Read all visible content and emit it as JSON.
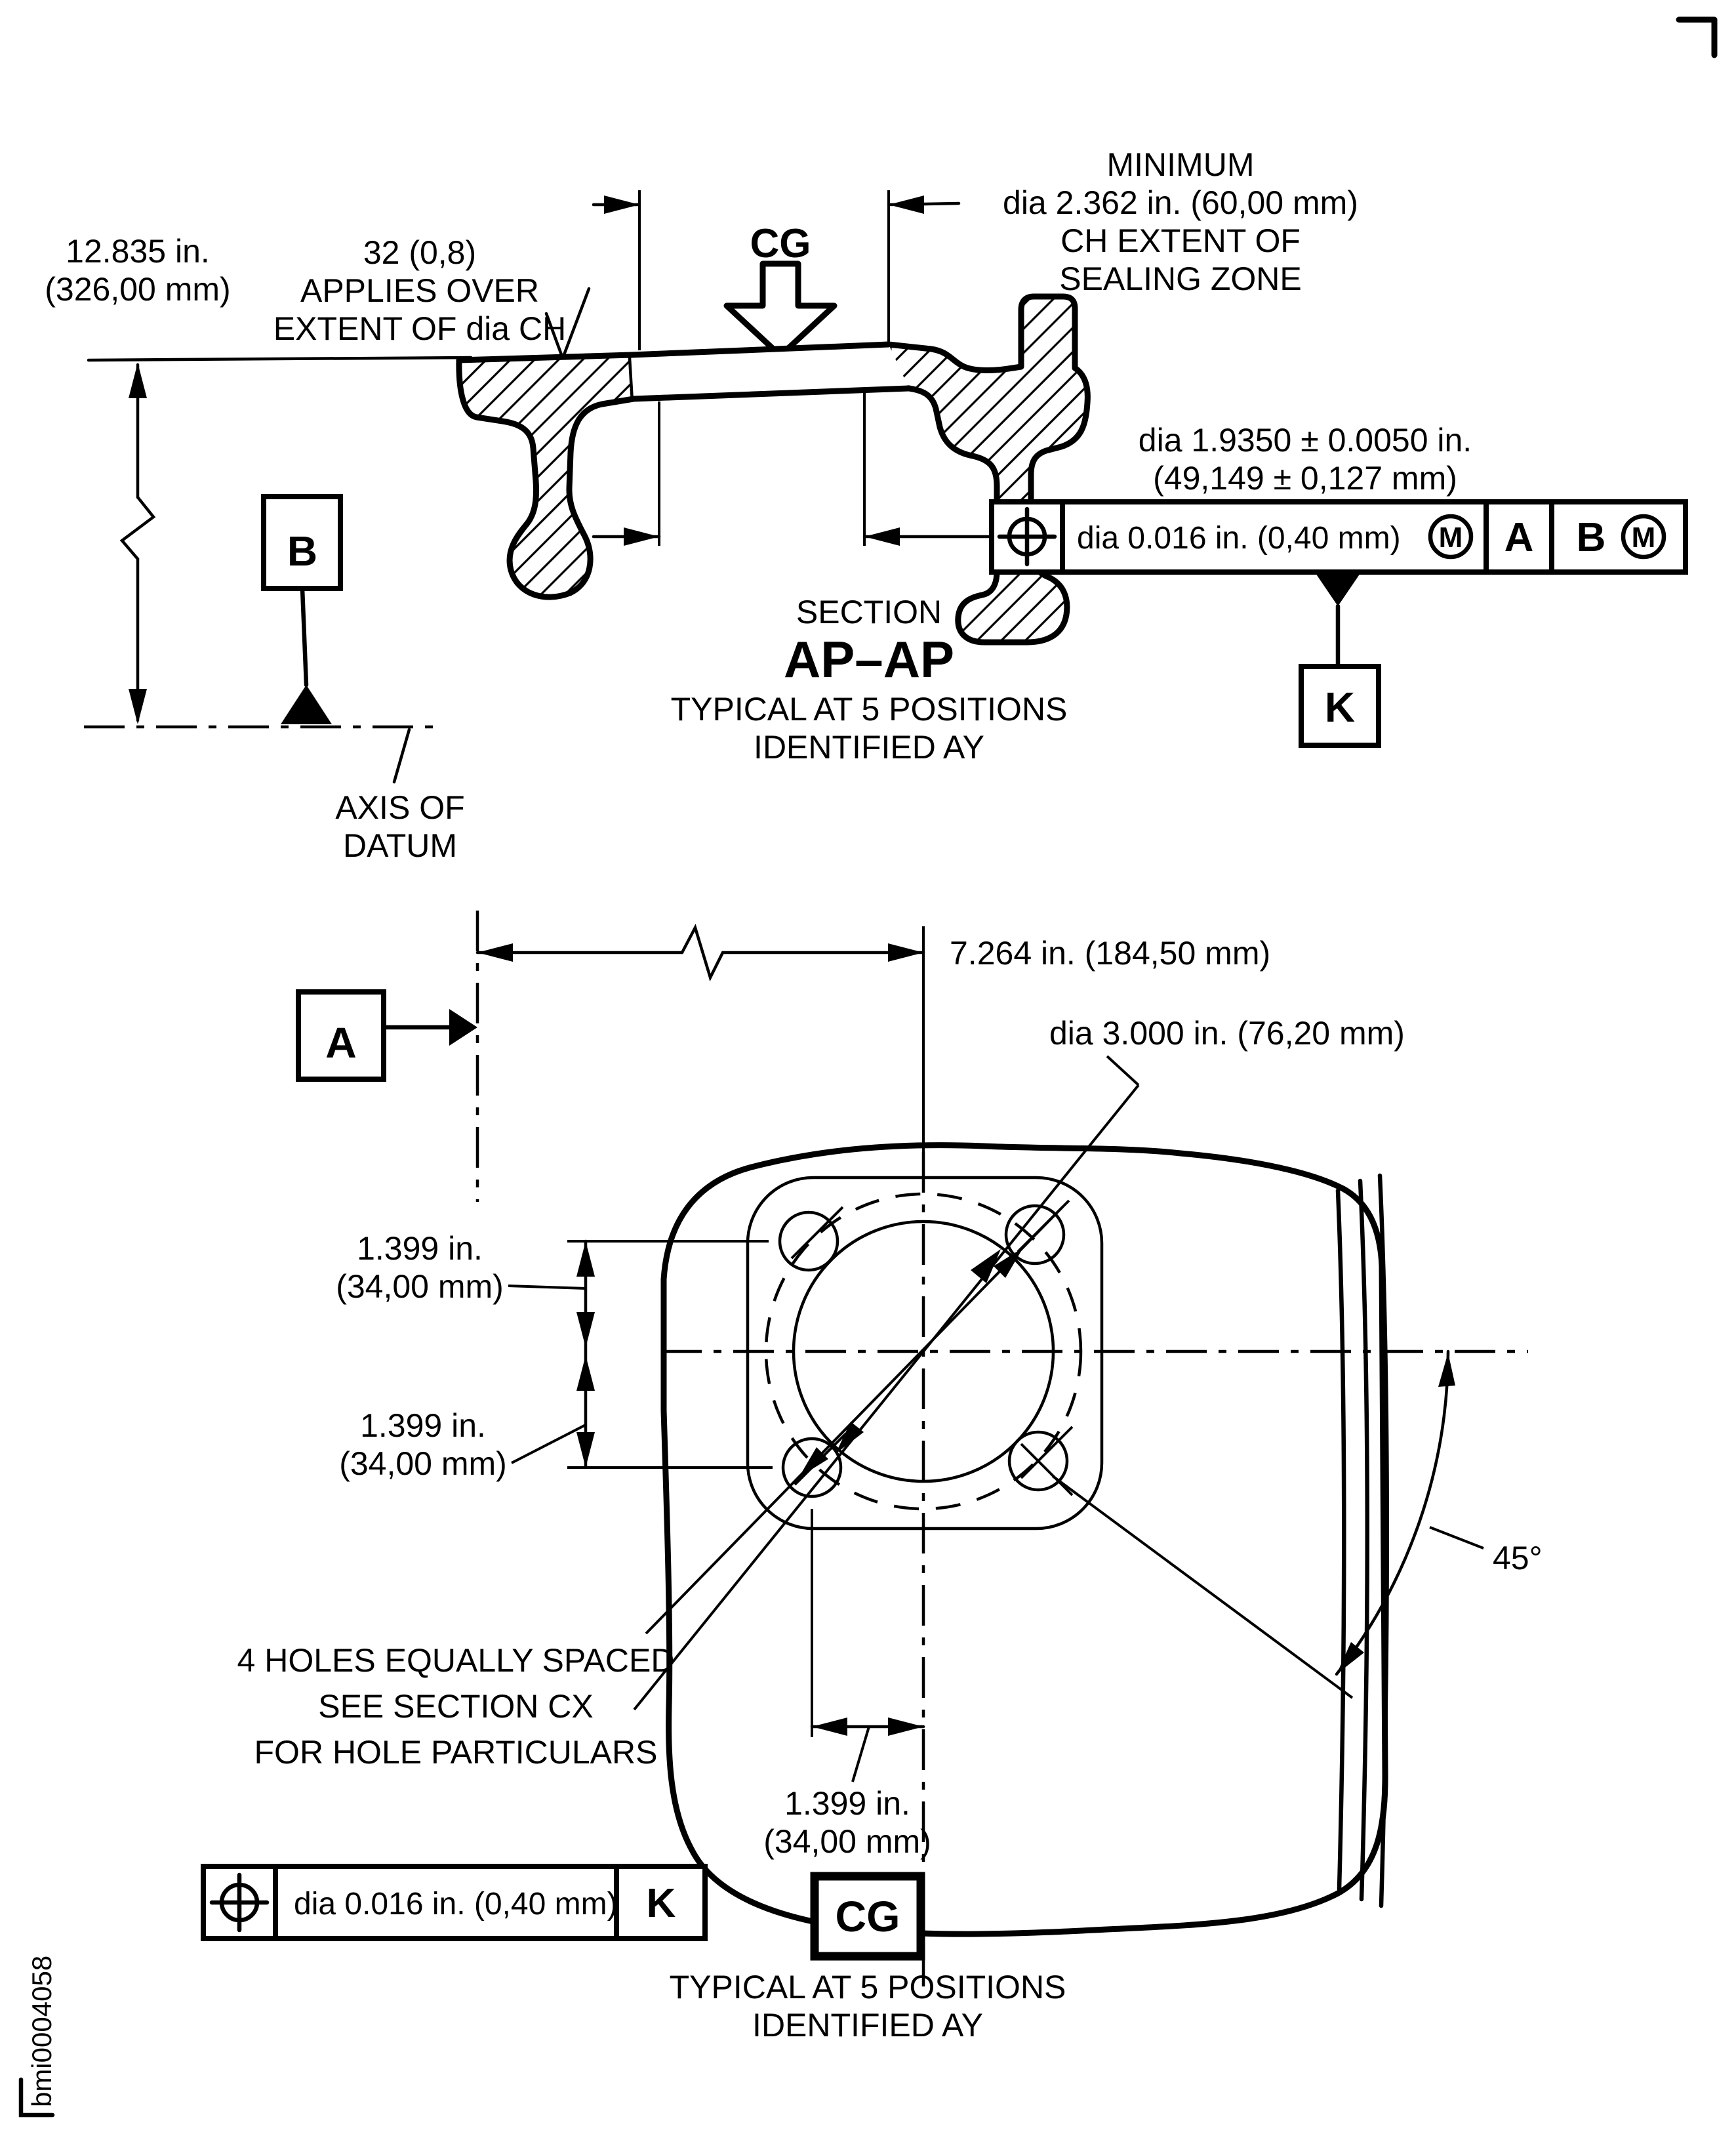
{
  "document": {
    "figure_id": "bmi0004058"
  },
  "symbols": {
    "position_tolerance": "⌖",
    "material_condition_m": "M",
    "surface_finish_check": "√",
    "datum_triangle": "▲",
    "cg_arrow": "⇩"
  },
  "top_view": {
    "dim_overall": {
      "line1": "12.835 in.",
      "line2": "(326,00 mm)"
    },
    "surface_finish_note": {
      "line1": "32 (0,8)",
      "line2": "APPLIES OVER",
      "line3": "EXTENT OF dia CH"
    },
    "cg_arrow_label": "CG",
    "sealing_zone_note": {
      "line1": "MINIMUM",
      "line2": "dia 2.362 in. (60,00 mm)",
      "line3": "CH EXTENT OF",
      "line4": "SEALING ZONE"
    },
    "pilot_dia_note": {
      "line1": "dia 1.9350 ± 0.0050 in.",
      "line2": "(49,149 ± 0,127 mm)"
    },
    "fcf_position": {
      "tolerance": "dia 0.016 in. (0,40 mm)",
      "modifier": "M",
      "datum_1": "A",
      "datum_2": "B",
      "datum_2_modifier": "M"
    },
    "datum_b_label": "B",
    "datum_k_label": "K",
    "axis_note": {
      "line1": "AXIS OF",
      "line2": "DATUM"
    },
    "section_caption": {
      "word": "SECTION",
      "name": "AP–AP",
      "note1": "TYPICAL AT 5 POSITIONS",
      "note2": "IDENTIFIED AY"
    }
  },
  "bottom_view": {
    "datum_a_label": "A",
    "dim_offset": "7.264 in. (184,50 mm)",
    "dim_bore": "dia 3.000 in. (76,20 mm)",
    "dim_hole_upper": {
      "line1": "1.399 in.",
      "line2": "(34,00 mm)"
    },
    "dim_hole_lower": {
      "line1": "1.399 in.",
      "line2": "(34,00 mm)"
    },
    "dim_hole_bottom": {
      "line1": "1.399 in.",
      "line2": "(34,00 mm)"
    },
    "angle_label": "45°",
    "holes_note": {
      "line1": "4 HOLES EQUALLY SPACED",
      "line2": "SEE SECTION CX",
      "line3": "FOR HOLE PARTICULARS"
    },
    "fcf_position": {
      "tolerance": "dia 0.016 in. (0,40 mm)",
      "datum": "K"
    },
    "cg_flag_label": "CG",
    "cg_note": {
      "line1": "TYPICAL AT 5 POSITIONS",
      "line2": "IDENTIFIED AY"
    }
  }
}
